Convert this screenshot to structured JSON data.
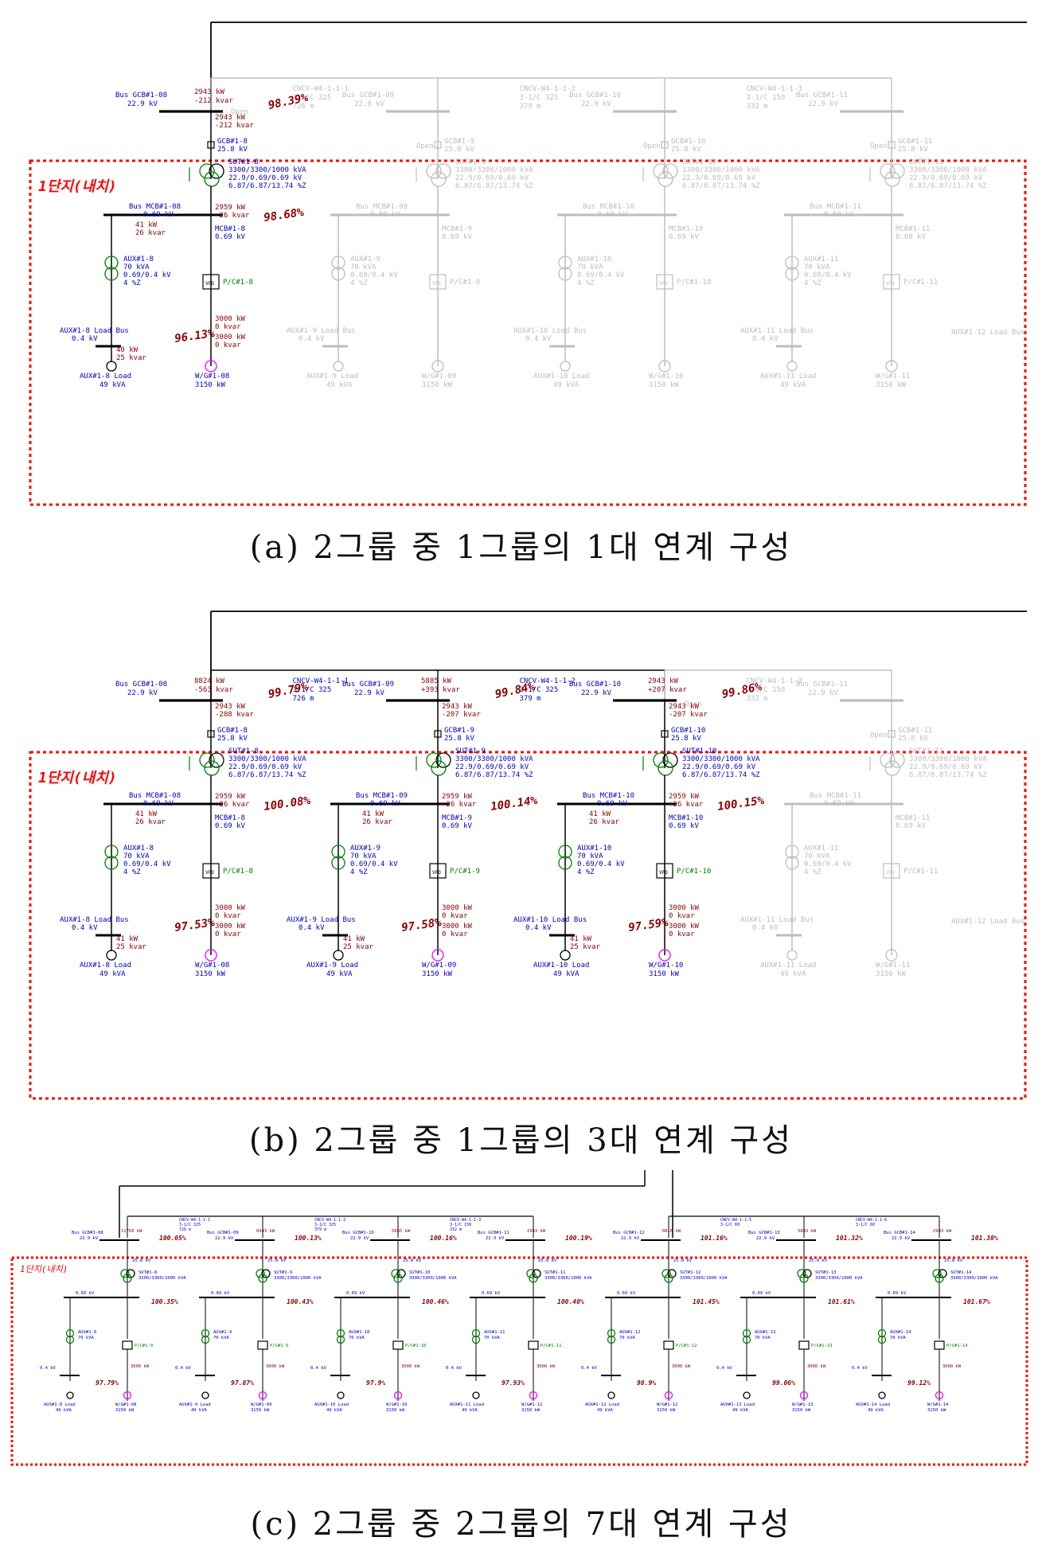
{
  "captions": {
    "a": "(a) 2그룹 중 1그룹의 1대 연계 구성",
    "b": "(b) 2그룹 중 1그룹의 3대 연계 구성",
    "c": "(c) 2그룹 중 2그룹의 7대 연계 구성"
  },
  "complex_label": "1단지(내치)",
  "colors": {
    "active_blue": "#0000cc",
    "power_red": "#8b0000",
    "aux_green": "#008000",
    "frame_red": "#ff0000",
    "faded": "#bdbdbd",
    "line": "#000000"
  },
  "panel_a": {
    "cables": [
      {
        "name": "CNCV-W4-1-1-1",
        "spec": "3-1/C 325",
        "len": "726 m",
        "open": "Open"
      },
      {
        "name": "CNCV-W4-1-1-2",
        "spec": "3-1/C 325",
        "len": "379 m"
      },
      {
        "name": "CNCV-W4-1-1-3",
        "spec": "3-1/C 150",
        "len": "332 m"
      }
    ],
    "units": [
      {
        "active": true,
        "bus_gcb": "Bus GCB#1-08",
        "bus_gcb_kv": "22.9 kV",
        "bus_flow_p": "2943 kW",
        "bus_flow_q": "-212 kvar",
        "gcb_flow_p": "2943 kW",
        "gcb_flow_q": "-212 kvar",
        "pct_bus": "98.39%",
        "gcb": "GCB#1-8",
        "gcb_kv": "25.8 kV",
        "sut": "SUT#1-8",
        "sut_rating": "3300/3300/1000 kVA",
        "sut_kv": "22.9/0.69/0.69 kV",
        "sut_z": "6.87/6.87/13.74 %Z",
        "bus_mcb": "Bus MCB#1-08",
        "bus_mcb_kv": "0.69 kV",
        "mcb_flow_p": "2959 kW",
        "mcb_flow_q": "-26 kvar",
        "pct_mcb": "98.68%",
        "aux_flow_p": "41 kW",
        "aux_flow_q": "26 kvar",
        "mcb": "MCB#1-8",
        "mcb_kv": "0.69 kV",
        "aux": "AUX#1-8",
        "aux_rating": "70 kVA",
        "aux_kv": "0.69/0.4 kV",
        "aux_z": "4 %Z",
        "pc": "P/C#1-8",
        "aux_bus": "AUX#1-8 Load Bus",
        "aux_bus_kv": "0.4 kV",
        "pct_aux": "96.13%",
        "load_p": "40 kW",
        "load_q": "25 kvar",
        "gen_p1": "3000 kW",
        "gen_q1": "0 kvar",
        "gen_p2": "3000 kW",
        "gen_q2": "0 kvar",
        "load": "AUX#1-8 Load",
        "load_kva": "49 kVA",
        "wg": "W/G#1-08",
        "wg_kw": "3150 kW"
      },
      {
        "active": false,
        "bus_gcb": "Bus GCB#1-09",
        "bus_gcb_kv": "22.9 kV",
        "gcb": "GCB#1-9",
        "gcb_kv": "25.8 kV",
        "open": "Open",
        "sut": "SUT#1-9",
        "sut_rating": "3300/3300/1000 kVA",
        "sut_kv": "22.9/0.69/0.69 kV",
        "sut_z": "6.87/6.87/13.74 %Z",
        "bus_mcb": "Bus MCB#1-09",
        "bus_mcb_kv": "0.69 kV",
        "mcb": "MCB#1-9",
        "mcb_kv": "0.69 kV",
        "aux": "AUX#1-9",
        "aux_rating": "70 kVA",
        "aux_kv": "0.69/0.4 kV",
        "aux_z": "4 %Z",
        "pc": "P/C#1-9",
        "aux_bus": "AUX#1-9 Load Bus",
        "aux_bus_kv": "0.4 kV",
        "load": "AUX#1-9 Load",
        "load_kva": "49 kVA",
        "wg": "W/G#1-09",
        "wg_kw": "3150 kW"
      },
      {
        "active": false,
        "bus_gcb": "Bus GCB#1-10",
        "bus_gcb_kv": "22.9 kV",
        "gcb": "GCB#1-10",
        "gcb_kv": "25.8 kV",
        "open": "Open",
        "sut": "SUT#1-10",
        "sut_rating": "3300/3300/1000 kVA",
        "sut_kv": "22.9/0.69/0.69 kV",
        "sut_z": "6.87/6.87/13.74 %Z",
        "bus_mcb": "Bus MCB#1-10",
        "bus_mcb_kv": "0.69 kV",
        "mcb": "MCB#1-10",
        "mcb_kv": "0.69 kV",
        "aux": "AUX#1-10",
        "aux_rating": "70 kVA",
        "aux_kv": "0.69/0.4 kV",
        "aux_z": "4 %Z",
        "pc": "P/C#1-10",
        "aux_bus": "AUX#1-10 Load Bus",
        "aux_bus_kv": "0.4 kV",
        "load": "AUX#1-10 Load",
        "load_kva": "49 kVA",
        "wg": "W/G#1-10",
        "wg_kw": "3150 kW"
      },
      {
        "active": false,
        "bus_gcb": "Bus GCB#1-11",
        "bus_gcb_kv": "22.9 kV",
        "gcb": "GCB#1-11",
        "gcb_kv": "25.8 kV",
        "open": "Open",
        "sut": "SUT#1-11",
        "sut_rating": "3300/3300/1000 kVA",
        "sut_kv": "22.9/0.69/0.69 kV",
        "sut_z": "6.87/6.87/13.74 %Z",
        "bus_mcb": "Bus MCB#1-11",
        "bus_mcb_kv": "0.69 kV",
        "mcb": "MCB#1-11",
        "mcb_kv": "0.69 kV",
        "aux": "AUX#1-11",
        "aux_rating": "70 kVA",
        "aux_kv": "0.69/0.4 kV",
        "aux_z": "4 %Z",
        "pc": "P/C#1-11",
        "aux_bus": "AUX#1-11 Load Bus",
        "aux_bus_kv": "0.4 kV",
        "load": "AUX#1-11 Load",
        "load_kva": "49 kVA",
        "wg": "W/G#1-11",
        "wg_kw": "3150 kW"
      }
    ],
    "extra": "AUX#1-12 Load Bus"
  },
  "panel_b": {
    "cables": [
      {
        "name": "CNCV-W4-1-1-1",
        "spec": "3-1/C 325",
        "len": "726 m"
      },
      {
        "name": "CNCV-W4-1-1-2",
        "spec": "3-1/C 325",
        "len": "379 m"
      },
      {
        "name": "CNCV-W4-1-1-3",
        "spec": "3-1/C 150",
        "len": "332 m",
        "open": "Open"
      }
    ],
    "units": [
      {
        "active": true,
        "bus_gcb": "Bus GCB#1-08",
        "bus_gcb_kv": "22.9 kV",
        "bus_flow_p": "8824 kW",
        "bus_flow_q": "-563 kvar",
        "gcb_flow_p": "2943 kW",
        "gcb_flow_q": "-208 kvar",
        "pct_bus": "99.79%",
        "gcb": "GCB#1-8",
        "gcb_kv": "25.8 kV",
        "sut": "SUT#1-8",
        "sut_rating": "3300/3300/1000 kVA",
        "sut_kv": "22.9/0.69/0.69 kV",
        "sut_z": "6.87/6.87/13.74 %Z",
        "bus_mcb": "Bus MCB#1-08",
        "bus_mcb_kv": "0.69 kV",
        "mcb_flow_p": "2959 kW",
        "mcb_flow_q": "+26 kvar",
        "pct_mcb": "100.08%",
        "aux_flow_p": "41 kW",
        "aux_flow_q": "26 kvar",
        "mcb": "MCB#1-8",
        "mcb_kv": "0.69 kV",
        "aux": "AUX#1-8",
        "aux_rating": "70 kVA",
        "aux_kv": "0.69/0.4 kV",
        "aux_z": "4 %Z",
        "pc": "P/C#1-8",
        "aux_bus": "AUX#1-8 Load Bus",
        "aux_bus_kv": "0.4 kV",
        "pct_aux": "97.53%",
        "load_p": "41 kW",
        "load_q": "25 kvar",
        "gen_p1": "3000 kW",
        "gen_q1": "0 kvar",
        "gen_p2": "3000 kW",
        "gen_q2": "0 kvar",
        "load": "AUX#1-8 Load",
        "load_kva": "49 kVA",
        "wg": "W/G#1-08",
        "wg_kw": "3150 kW"
      },
      {
        "active": true,
        "bus_gcb": "Bus GCB#1-09",
        "bus_gcb_kv": "22.9 kV",
        "bus_flow_p": "5885 kW",
        "bus_flow_q": "+393 kvar",
        "gcb_flow_p": "2943 kW",
        "gcb_flow_q": "-207 kvar",
        "pct_bus": "99.84%",
        "gcb": "GCB#1-9",
        "gcb_kv": "25.8 kV",
        "sut": "SUT#1-9",
        "sut_rating": "3300/3300/1000 kVA",
        "sut_kv": "22.9/0.69/0.69 kV",
        "sut_z": "6.87/6.87/13.74 %Z",
        "bus_mcb": "Bus MCB#1-09",
        "bus_mcb_kv": "0.69 kV",
        "mcb_flow_p": "2959 kW",
        "mcb_flow_q": "+26 kvar",
        "pct_mcb": "100.14%",
        "aux_flow_p": "41 kW",
        "aux_flow_q": "26 kvar",
        "mcb": "MCB#1-9",
        "mcb_kv": "0.69 kV",
        "aux": "AUX#1-9",
        "aux_rating": "70 kVA",
        "aux_kv": "0.69/0.4 kV",
        "aux_z": "4 %Z",
        "pc": "P/C#1-9",
        "aux_bus": "AUX#1-9 Load Bus",
        "aux_bus_kv": "0.4 kV",
        "pct_aux": "97.58%",
        "load_p": "41 kW",
        "load_q": "25 kvar",
        "gen_p1": "3000 kW",
        "gen_q1": "0 kvar",
        "gen_p2": "3000 kW",
        "gen_q2": "0 kvar",
        "load": "AUX#1-9 Load",
        "load_kva": "49 kVA",
        "wg": "W/G#1-09",
        "wg_kw": "3150 kW"
      },
      {
        "active": true,
        "bus_gcb": "Bus GCB#1-10",
        "bus_gcb_kv": "22.9 kV",
        "bus_flow_p": "2943 kW",
        "bus_flow_q": "+207 kvar",
        "gcb_flow_p": "2943 kW",
        "gcb_flow_q": "-207 kvar",
        "pct_bus": "99.86%",
        "gcb": "GCB#1-10",
        "gcb_kv": "25.8 kV",
        "sut": "SUT#1-10",
        "sut_rating": "3300/3300/1000 kVA",
        "sut_kv": "22.9/0.69/0.69 kV",
        "sut_z": "6.87/6.87/13.74 %Z",
        "bus_mcb": "Bus MCB#1-10",
        "bus_mcb_kv": "0.69 kV",
        "mcb_flow_p": "2959 kW",
        "mcb_flow_q": "+26 kvar",
        "pct_mcb": "100.15%",
        "aux_flow_p": "41 kW",
        "aux_flow_q": "26 kvar",
        "mcb": "MCB#1-10",
        "mcb_kv": "0.69 kV",
        "aux": "AUX#1-10",
        "aux_rating": "70 kVA",
        "aux_kv": "0.69/0.4 kV",
        "aux_z": "4 %Z",
        "pc": "P/C#1-10",
        "aux_bus": "AUX#1-10 Load Bus",
        "aux_bus_kv": "0.4 kV",
        "pct_aux": "97.59%",
        "load_p": "41 kW",
        "load_q": "25 kvar",
        "gen_p1": "3000 kW",
        "gen_q1": "0 kvar",
        "gen_p2": "3000 kW",
        "gen_q2": "0 kvar",
        "load": "AUX#1-10 Load",
        "load_kva": "49 kVA",
        "wg": "W/G#1-10",
        "wg_kw": "3150 kW"
      },
      {
        "active": false,
        "bus_gcb": "Bus GCB#1-11",
        "bus_gcb_kv": "22.9 kV",
        "gcb": "GCB#1-11",
        "gcb_kv": "25.8 kV",
        "open": "Open",
        "sut": "SUT#1-11",
        "sut_rating": "3300/3300/1000 kVA",
        "sut_kv": "22.9/0.69/0.69 kV",
        "sut_z": "6.87/6.87/13.74 %Z",
        "bus_mcb": "Bus MCB#1-11",
        "bus_mcb_kv": "0.69 kV",
        "mcb": "MCB#1-11",
        "mcb_kv": "0.69 kV",
        "aux": "AUX#1-11",
        "aux_rating": "70 kVA",
        "aux_kv": "0.69/0.4 kV",
        "aux_z": "4 %Z",
        "pc": "P/C#1-11",
        "aux_bus": "AUX#1-11 Load Bus",
        "aux_bus_kv": "0.4 kV",
        "load": "AUX#1-11 Load",
        "load_kva": "49 kVA",
        "wg": "W/G#1-11",
        "wg_kw": "3150 kW"
      }
    ],
    "extra": "AUX#1-12 Load Bus"
  },
  "panel_c": {
    "cables": [
      {
        "name": "CNCV-W4-1-1-1",
        "spec": "3-1/C 325",
        "len": "726 m"
      },
      {
        "name": "CNCV-W4-1-1-2",
        "spec": "3-1/C 325",
        "len": "379 m"
      },
      {
        "name": "CNCV-W4-1-1-3",
        "spec": "3-1/C 150",
        "len": "332 m"
      },
      {
        "name": "CNCV-W4-1-1-5",
        "spec": "3-1/C 60",
        "len": ""
      },
      {
        "name": "CNCV-W4-1-1-6",
        "spec": "3-1/C 60",
        "len": ""
      }
    ],
    "units": [
      {
        "bus": "Bus GCB#1-08",
        "flow": "11760 kW",
        "pct_bus": "100.05%",
        "pct_mcb": "100.35%",
        "pct_aux": "97.79%",
        "sut": "SUT#1-8",
        "aux": "AUX#1-8",
        "pc": "P/C#1-8",
        "wg": "W/G#1-08",
        "load": "AUX#1-8 Load"
      },
      {
        "bus": "Bus GCB#1-09",
        "flow": "8943 kW",
        "pct_bus": "100.13%",
        "pct_mcb": "100.43%",
        "pct_aux": "97.87%",
        "sut": "SUT#1-9",
        "aux": "AUX#1-9",
        "pc": "P/C#1-9",
        "wg": "W/G#1-09",
        "load": "AUX#1-9 Load"
      },
      {
        "bus": "Bus GCB#1-10",
        "flow": "5885 kW",
        "pct_bus": "100.16%",
        "pct_mcb": "100.46%",
        "pct_aux": "97.9%",
        "sut": "SUT#1-10",
        "aux": "AUX#1-10",
        "pc": "P/C#1-10",
        "wg": "W/G#1-10",
        "load": "AUX#1-10 Load"
      },
      {
        "bus": "Bus GCB#1-11",
        "flow": "2943 kW",
        "pct_bus": "100.19%",
        "pct_mcb": "100.48%",
        "pct_aux": "97.93%",
        "sut": "SUT#1-11",
        "aux": "AUX#1-11",
        "pc": "P/C#1-11",
        "wg": "W/G#1-11",
        "load": "AUX#1-11 Load"
      },
      {
        "bus": "Bus GCB#1-12",
        "flow": "8816 kW",
        "pct_bus": "101.16%",
        "pct_mcb": "101.45%",
        "pct_aux": "98.9%",
        "sut": "SUT#1-12",
        "aux": "AUX#1-12",
        "pc": "P/C#1-12",
        "wg": "W/G#1-12",
        "load": "AUX#1-12 Load"
      },
      {
        "bus": "Bus GCB#1-13",
        "flow": "5883 kW",
        "pct_bus": "101.32%",
        "pct_mcb": "101.61%",
        "pct_aux": "99.06%",
        "sut": "SUT#1-13",
        "aux": "AUX#1-13",
        "pc": "P/C#1-13",
        "wg": "W/G#1-13",
        "load": "AUX#1-13 Load"
      },
      {
        "bus": "Bus GCB#1-14",
        "flow": "2943 kW",
        "pct_bus": "101.38%",
        "pct_mcb": "101.67%",
        "pct_aux": "99.12%",
        "sut": "SUT#1-14",
        "aux": "AUX#1-14",
        "pc": "P/C#1-14",
        "wg": "W/G#1-14",
        "load": "AUX#1-14 Load"
      }
    ],
    "common": {
      "kv22": "22.9 kV",
      "kv25": "25.8 kV",
      "kv069": "0.69 kV",
      "kv04": "0.4 kV",
      "load_kva": "49 kVA",
      "wg_kw": "3150 kW",
      "gen": "3000 kW",
      "sut_rating": "3300/3300/1000 kVA",
      "aux_rating": "70 kVA"
    }
  }
}
